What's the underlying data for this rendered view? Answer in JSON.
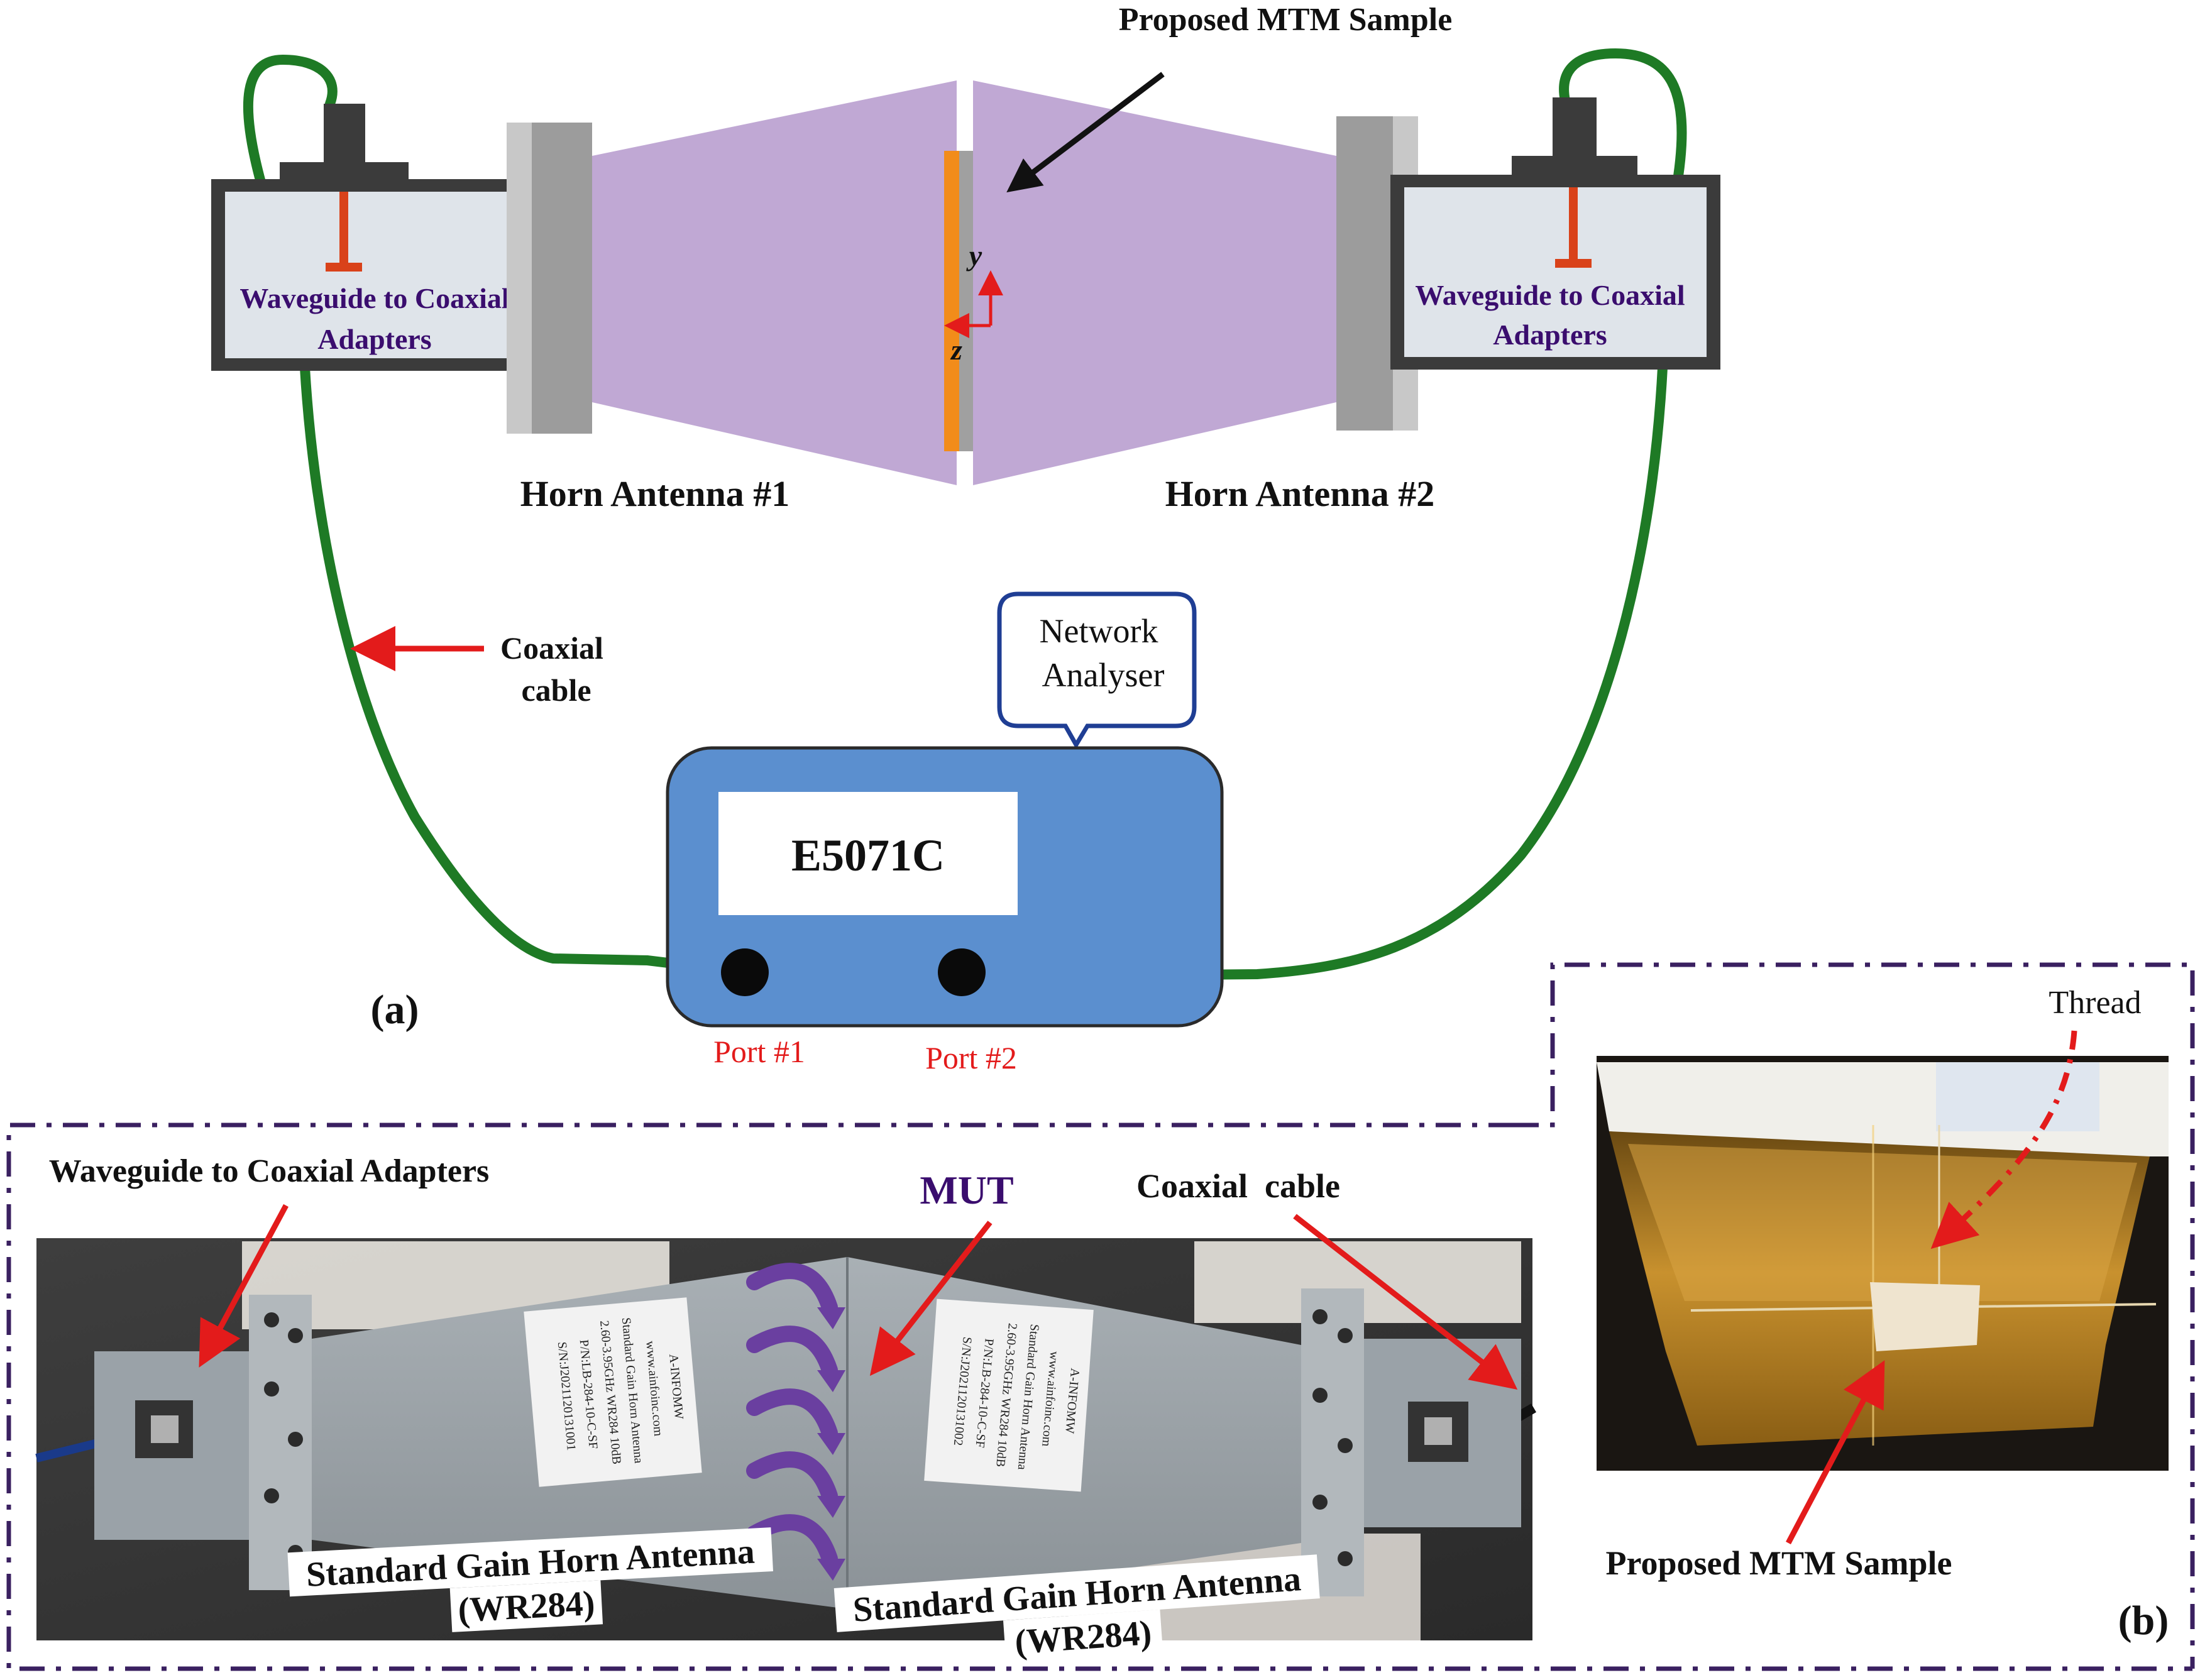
{
  "panel_a": {
    "label": "(a)",
    "proposed_sample": "Proposed MTM Sample",
    "adapter_left": {
      "line1": "Waveguide to Coaxial",
      "line2": "Adapters"
    },
    "adapter_right": {
      "line1": "Waveguide to Coaxial",
      "line2": "Adapters"
    },
    "horn1": "Horn Antenna #1",
    "horn2": "Horn Antenna #2",
    "axis_y": "y",
    "axis_z": "z",
    "coaxial": {
      "line1": "Coaxial",
      "line2": "cable"
    },
    "callout": {
      "line1": "Network",
      "line2": "Analyser"
    },
    "analyser_model": "E5071C",
    "port1": "Port #1",
    "port2": "Port #2"
  },
  "panel_photo": {
    "adapters_label": "Waveguide to Coaxial Adapters",
    "mut_label": "MUT",
    "coax_label": "Coaxial  cable",
    "horn_label_left": {
      "line1": "Standard Gain Horn Antenna",
      "line2": "(WR284)"
    },
    "horn_label_right": {
      "line1": "Standard Gain Horn Antenna",
      "line2": "(WR284)"
    },
    "sticker_left": [
      "A-INFOMW",
      "www.ainfoinc.com",
      "Standard Gain Horn Antenna",
      "2.60-3.95GHz WR284 10dB",
      "P/N:LB-284-10-C-SF",
      "S/N:J2021120131001"
    ],
    "sticker_right": [
      "A-INFOMW",
      "www.ainfoinc.com",
      "Standard Gain Horn Antenna",
      "2.60-3.95GHz WR284 10dB",
      "P/N:LB-284-10-C-SF",
      "S/N:J2021120131002"
    ]
  },
  "panel_b": {
    "label": "(b)",
    "thread": "Thread",
    "sample": "Proposed MTM Sample"
  },
  "colors": {
    "horn_fill": "#c0a8d4",
    "cable": "#1e7a25",
    "analyser": "#5b8fcf",
    "arrow_red": "#e31b1b",
    "label_purple": "#3a0d6e",
    "dash_border": "#3a2060",
    "port_label": "#e31b1b"
  }
}
